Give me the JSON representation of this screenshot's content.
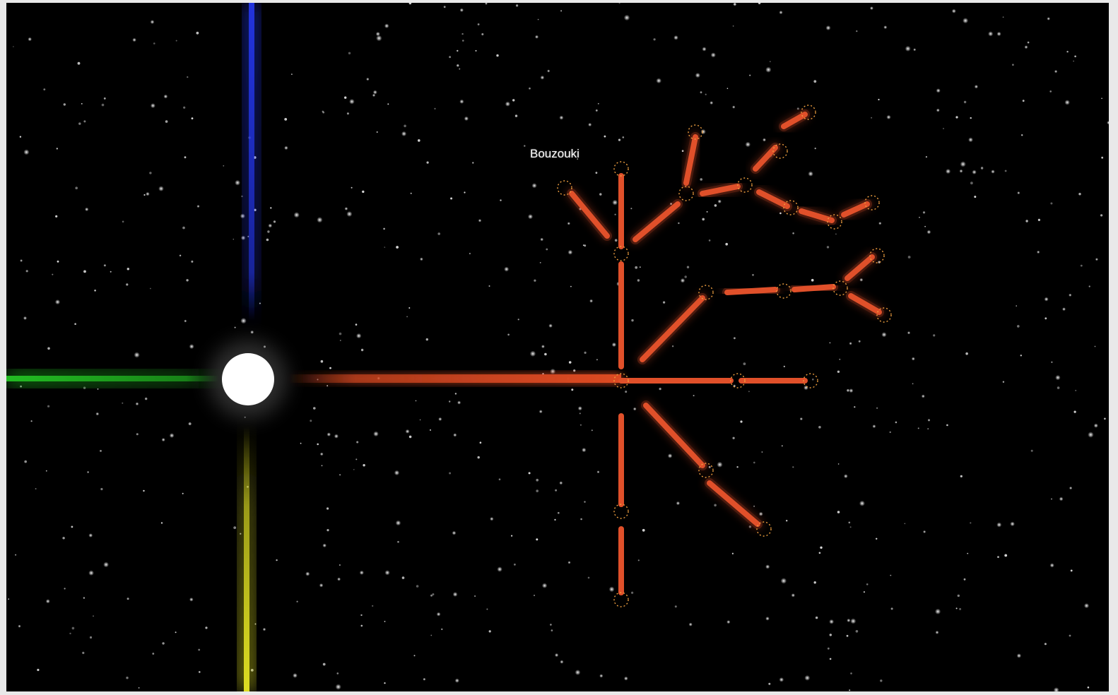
{
  "scene": {
    "background_color": "#000000",
    "star_color": "#ffffff",
    "axes": [
      {
        "name": "blue-axis",
        "color": "#2233dd"
      },
      {
        "name": "green-axis",
        "color": "#22bb22"
      },
      {
        "name": "yellow-axis",
        "color": "#dddd22"
      },
      {
        "name": "orange-axis",
        "color": "#dd4a22"
      }
    ],
    "branch_color": "#e0502a",
    "node_ring_color": "#f0a040",
    "origin_color": "#ffffff",
    "hovered_node_label": "Bouzouki"
  }
}
